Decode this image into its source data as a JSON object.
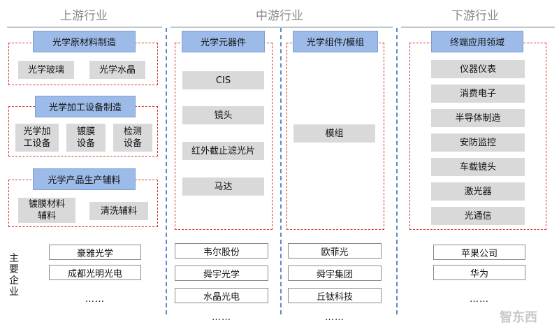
{
  "stages": {
    "upstream": "上游行业",
    "midstream": "中游行业",
    "downstream": "下游行业"
  },
  "upstream": {
    "raw_materials": {
      "title": "光学原材料制造",
      "items": [
        "光学玻璃",
        "光学水晶"
      ]
    },
    "equipment": {
      "title": "光学加工设备制造",
      "items": [
        "光学加\n工设备",
        "镀膜\n设备",
        "检测\n设备"
      ]
    },
    "auxiliary": {
      "title": "光学产品生产辅料",
      "items": [
        "镀膜材料\n辅料",
        "清洗辅料"
      ]
    }
  },
  "midstream": {
    "components": {
      "title": "光学元器件",
      "items": [
        "CIS",
        "镜头",
        "红外截止滤光片",
        "马达"
      ]
    },
    "modules": {
      "title": "光学组件/模组",
      "items": [
        "模组"
      ]
    }
  },
  "downstream": {
    "applications": {
      "title": "终端应用领域",
      "items": [
        "仪器仪表",
        "消费电子",
        "半导体制造",
        "安防监控",
        "车载镜头",
        "激光器",
        "光通信"
      ]
    }
  },
  "companies": {
    "label": "主要企业",
    "upstream": [
      "豪雅光学",
      "成都光明光电",
      "……"
    ],
    "mid_components": [
      "韦尔股份",
      "舜宇光学",
      "水晶光电",
      "……"
    ],
    "mid_modules": [
      "欧菲光",
      "舜宇集团",
      "丘钛科技",
      "……"
    ],
    "downstream": [
      "苹果公司",
      "华为",
      "……"
    ]
  },
  "watermark": "智东西"
}
